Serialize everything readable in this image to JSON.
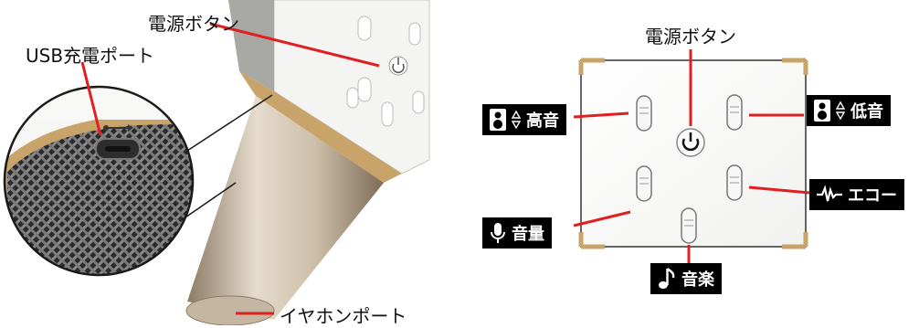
{
  "left_figure": {
    "power_button_label": "電源ボタン",
    "usb_port_label": "USB充電ポート",
    "earphone_port_label": "イヤホンポート"
  },
  "right_figure": {
    "power_button_label": "電源ボタン",
    "treble_label": "高音",
    "bass_label": "低音",
    "volume_label": "音量",
    "echo_label": "エコー",
    "music_label": "音楽"
  },
  "colors": {
    "callout_line": "#e02020",
    "tag_background": "#000000",
    "tag_text": "#ffffff",
    "gold_trim": "#c9a46a"
  }
}
